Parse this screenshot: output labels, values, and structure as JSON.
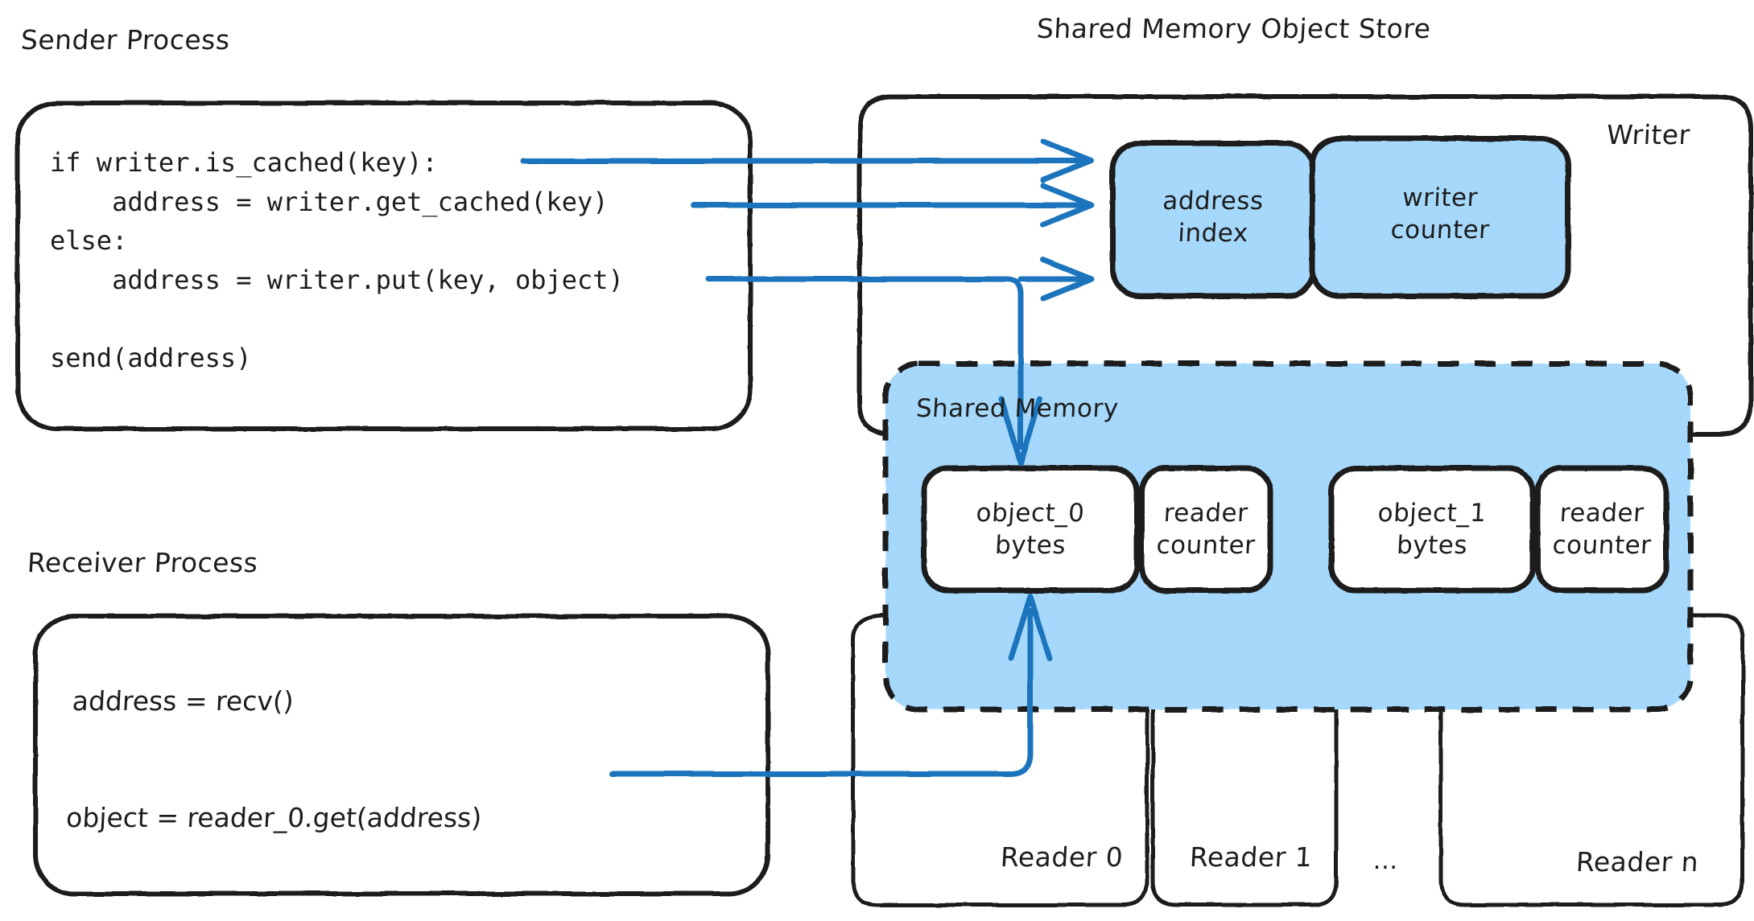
{
  "diagram": {
    "title": "Shared Memory Object Store architecture",
    "colors": {
      "stroke": "#1d1d1d",
      "arrow": "#1b75bc",
      "shared_memory_fill": "#a5d8fb",
      "store_cell_fill": "#a5d8fb",
      "object_cell_fill": "#ffffff",
      "background": "#ffffff"
    }
  },
  "sender": {
    "title": "Sender Process",
    "code_lines": [
      "if writer.is_cached(key):",
      "    address = writer.get_cached(key)",
      "else:",
      "    address = writer.put(key, object)",
      "",
      "send(address)"
    ],
    "code_text": "if writer.is_cached(key):\n    address = writer.get_cached(key)\nelse:\n    address = writer.put(key, object)\n\nsend(address)"
  },
  "receiver": {
    "title": "Receiver Process",
    "code_lines": [
      "address = recv()",
      "object = reader_0.get(address)"
    ],
    "code_text": "address = recv()\n\nobject = reader_0.get(address)"
  },
  "store": {
    "title": "Shared Memory Object Store",
    "writer": {
      "label": "Writer",
      "cells": [
        {
          "id": "address-index",
          "line1": "address",
          "line2": "index"
        },
        {
          "id": "writer-counter",
          "line1": "writer",
          "line2": "counter"
        }
      ]
    },
    "shared_memory": {
      "label": "Shared Memory",
      "slots": [
        {
          "object": {
            "id": "object-0",
            "line1": "object_0",
            "line2": "bytes"
          },
          "counter": {
            "id": "reader-counter-0",
            "line1": "reader",
            "line2": "counter"
          }
        },
        {
          "object": {
            "id": "object-1",
            "line1": "object_1",
            "line2": "bytes"
          },
          "counter": {
            "id": "reader-counter-1",
            "line1": "reader",
            "line2": "counter"
          }
        }
      ]
    },
    "readers": [
      {
        "id": "reader-0",
        "label": "Reader 0"
      },
      {
        "id": "reader-1",
        "label": "Reader 1"
      },
      {
        "id": "reader-ellipsis",
        "label": "..."
      },
      {
        "id": "reader-n",
        "label": "Reader n"
      }
    ]
  },
  "arrows": [
    {
      "id": "is-cached-to-address-index",
      "from": "if writer.is_cached(key):",
      "to": "address index"
    },
    {
      "id": "get-cached-to-address-index",
      "from": "address = writer.get_cached(key)",
      "to": "address index"
    },
    {
      "id": "put-to-address-index-and-object0",
      "from": "address = writer.put(key, object)",
      "to": "address index / object_0 bytes"
    },
    {
      "id": "reader-get-to-object0",
      "from": "object = reader_0.get(address)",
      "to": "object_0 bytes"
    }
  ]
}
